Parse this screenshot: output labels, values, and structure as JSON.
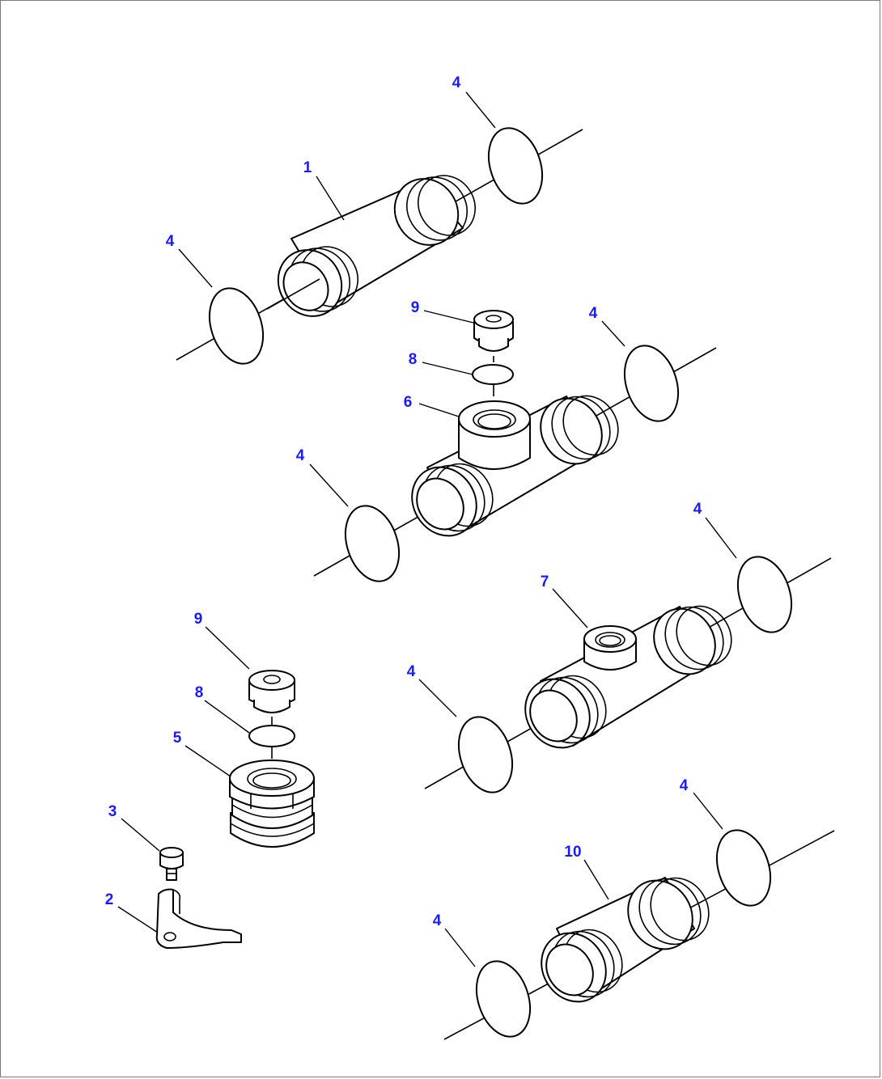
{
  "diagram": {
    "callout_color": "#1a1aff",
    "line_color": "#000000",
    "callouts": [
      {
        "id": "c1",
        "label": "1"
      },
      {
        "id": "c4a",
        "label": "4"
      },
      {
        "id": "c4b",
        "label": "4"
      },
      {
        "id": "c9a",
        "label": "9"
      },
      {
        "id": "c8a",
        "label": "8"
      },
      {
        "id": "c6",
        "label": "6"
      },
      {
        "id": "c4c",
        "label": "4"
      },
      {
        "id": "c4d",
        "label": "4"
      },
      {
        "id": "c4e",
        "label": "4"
      },
      {
        "id": "c7",
        "label": "7"
      },
      {
        "id": "c4f",
        "label": "4"
      },
      {
        "id": "c9b",
        "label": "9"
      },
      {
        "id": "c8b",
        "label": "8"
      },
      {
        "id": "c5",
        "label": "5"
      },
      {
        "id": "c3",
        "label": "3"
      },
      {
        "id": "c2",
        "label": "2"
      },
      {
        "id": "c4g",
        "label": "4"
      },
      {
        "id": "c10",
        "label": "10"
      },
      {
        "id": "c4h",
        "label": "4"
      }
    ]
  }
}
